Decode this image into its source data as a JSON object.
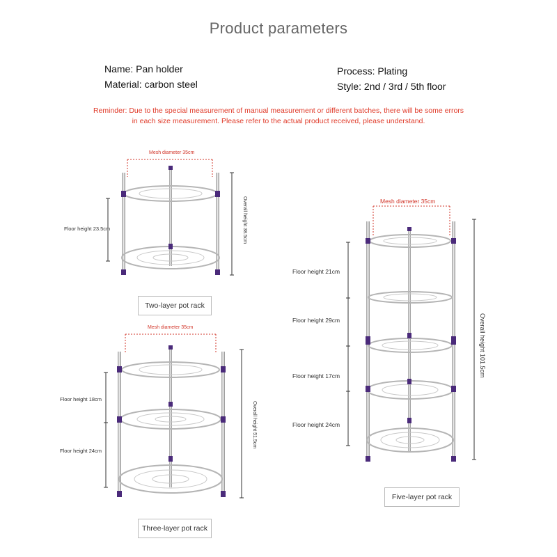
{
  "title": "Product parameters",
  "specs": {
    "name": "Name: Pan holder",
    "material": "Material: carbon steel",
    "process": "Process: Plating",
    "style": "Style: 2nd / 3rd / 5th floor"
  },
  "reminder": {
    "line1": "Reminder: Due to the special measurement of manual measurement or different batches, there will be some errors",
    "line2": "in each size measurement. Please refer to the actual product received, please understand."
  },
  "racks": {
    "two": {
      "caption": "Two-layer pot rack",
      "mesh": "Mesh diameter 35cm",
      "floors": [
        "Floor height 23.5cm"
      ],
      "overall": "Overall height 38.5cm"
    },
    "three": {
      "caption": "Three-layer pot rack",
      "mesh": "Mesh diameter 35cm",
      "floors": [
        "Floor height 18cm",
        "Floor height 24cm"
      ],
      "overall": "Overall height 51.5cm"
    },
    "five": {
      "caption": "Five-layer pot rack",
      "mesh": "Mesh diameter 35cm",
      "floors": [
        "Floor height 21cm",
        "Floor height 29cm",
        "Floor height 17cm",
        "Floor height 24cm"
      ],
      "overall": "Overall height 101.5cm"
    }
  },
  "colors": {
    "reminder": "#e03b2a",
    "accent_feet": "#4a2a7a",
    "dimension_line": "#333333",
    "mesh_line": "#d2362a"
  }
}
